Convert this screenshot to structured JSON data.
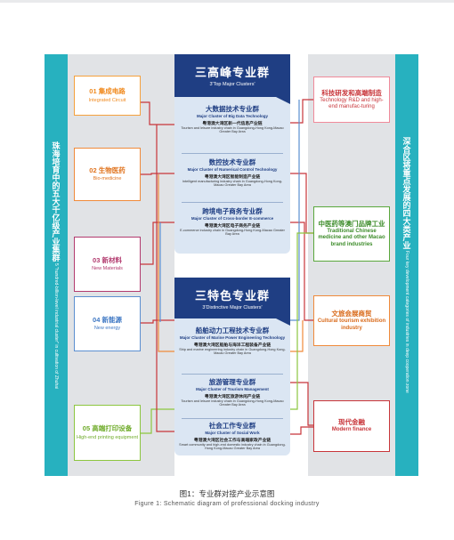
{
  "left_panel": {
    "zh": "珠海培育中的五大千亿级产业集群",
    "en": "5 \"hundred-billion-level industrial cluster\" in cultivation of Zhuhai"
  },
  "right_panel": {
    "zh": "深合区将重点发展的四大类产业",
    "en": "Four key development categories of industries in deep cooperation zone"
  },
  "left_boxes": [
    {
      "zh": "01 集成电路",
      "en": "Integrated Circuit"
    },
    {
      "zh": "02 生物医药",
      "en": "Bio-medicine"
    },
    {
      "zh": "03 新材料",
      "en": "New Materials"
    },
    {
      "zh": "04 新能源",
      "en": "New energy"
    },
    {
      "zh": "05 高端打印设备",
      "en": "High-end printing equipment"
    }
  ],
  "right_boxes": [
    {
      "zh": "科技研发和高端制造",
      "en": "Technology R&D and high-end manufac-turing"
    },
    {
      "zh": "中医药等澳门品牌工业",
      "en": "Traditional Chinese medicine and other Macao brand industries"
    },
    {
      "zh": "文旅会展商贸",
      "en": "Cultural tourism exhibition industry"
    },
    {
      "zh": "现代金融",
      "en": "Modern finance"
    }
  ],
  "center_top": {
    "title_zh": "三高峰专业群",
    "title_en": "3'Top Major Clusters'",
    "items": [
      {
        "t1": "大数据技术专业群",
        "t2": "Major Cluster of Big Data Technology",
        "t3": "粤港澳大湾区新一代信息产业链",
        "t4": "Tourism and leisure industry chain in Guangdong-Hong Kong-Macao Greater Bay Area"
      },
      {
        "t1": "数控技术专业群",
        "t2": "Major Cluster of Numerical Control Technology",
        "t3": "粤港澳大湾区智能制造产业链",
        "t4": "Intelligent manufacturing industry chain in Guangdong-Hong Kong-Macao Greater Bay Area"
      },
      {
        "t1": "跨境电子商务专业群",
        "t2": "Major Cluster of Cross-border E-commerce",
        "t3": "粤港澳大湾区电子商务产业链",
        "t4": "E-commerce industry chain in Guangdong-Hong Kong-Macao Greater Bay Area"
      }
    ]
  },
  "center_bottom": {
    "title_zh": "三特色专业群",
    "title_en": "3'Distinctive Major Clusters'",
    "items": [
      {
        "t1": "船舶动力工程技术专业群",
        "t2": "Major Cluster of Marine Power Engineering Technology",
        "t3": "粤港澳大湾区船舶与海洋工程装备产业链",
        "t4": "Ship and marine engineering industry chain in Guangdong-Hong Kong-Macao Greater Bay Area"
      },
      {
        "t1": "旅游管理专业群",
        "t2": "Major Cluster of Tourism Management",
        "t3": "粤港澳大湾区旅游休闲产业链",
        "t4": "Tourism and leisure industry chain in Guangdong-Hong Kong-Macao Greater Bay Area"
      },
      {
        "t1": "社会工作专业群",
        "t2": "Major Cluster of Social Work",
        "t3": "粤港澳大湾区社会工作与高端家政产业链",
        "t4": "Smart community and high-end domestic industry chain in Guangdong-Hong Kong-Macao Greater Bay Area"
      }
    ]
  },
  "caption": {
    "zh": "图1：专业群对接产业示意图",
    "en": "Figure 1: Schematic diagram of professional docking industry"
  },
  "colors": {
    "teal": "#27b1bf",
    "navy": "#1f3e83",
    "red": "#c8353a",
    "orange": "#f08a3a",
    "blue": "#5b8fd0",
    "green": "#8cc63f"
  }
}
